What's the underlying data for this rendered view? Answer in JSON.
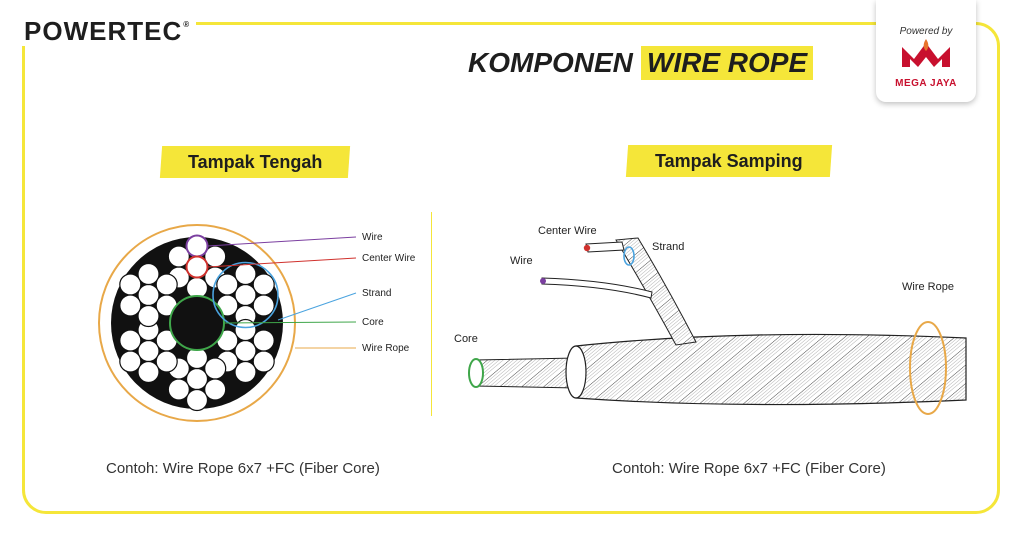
{
  "brand": {
    "name": "POWERTEC",
    "reg": "®"
  },
  "title": {
    "prefix": "KOMPONEN",
    "highlight": "WIRE ROPE"
  },
  "badge": {
    "powered_by": "Powered by",
    "company": "MEGA JAYA"
  },
  "left_panel": {
    "heading": "Tampak Tengah",
    "labels": {
      "wire": "Wire",
      "center_wire": "Center Wire",
      "strand": "Strand",
      "core": "Core",
      "wire_rope": "Wire Rope"
    },
    "caption": "Contoh: Wire Rope 6x7 +FC (Fiber Core)"
  },
  "right_panel": {
    "heading": "Tampak Samping",
    "labels": {
      "center_wire": "Center Wire",
      "strand": "Strand",
      "wire": "Wire",
      "core": "Core",
      "wire_rope": "Wire Rope"
    },
    "caption": "Contoh: Wire Rope 6x7 +FC (Fiber Core)"
  },
  "colors": {
    "accent": "#f5e639",
    "wire": "#7b3fa0",
    "center_wire": "#d0312d",
    "strand": "#4aa3df",
    "core": "#3fa64a",
    "wire_rope": "#e8a848"
  }
}
